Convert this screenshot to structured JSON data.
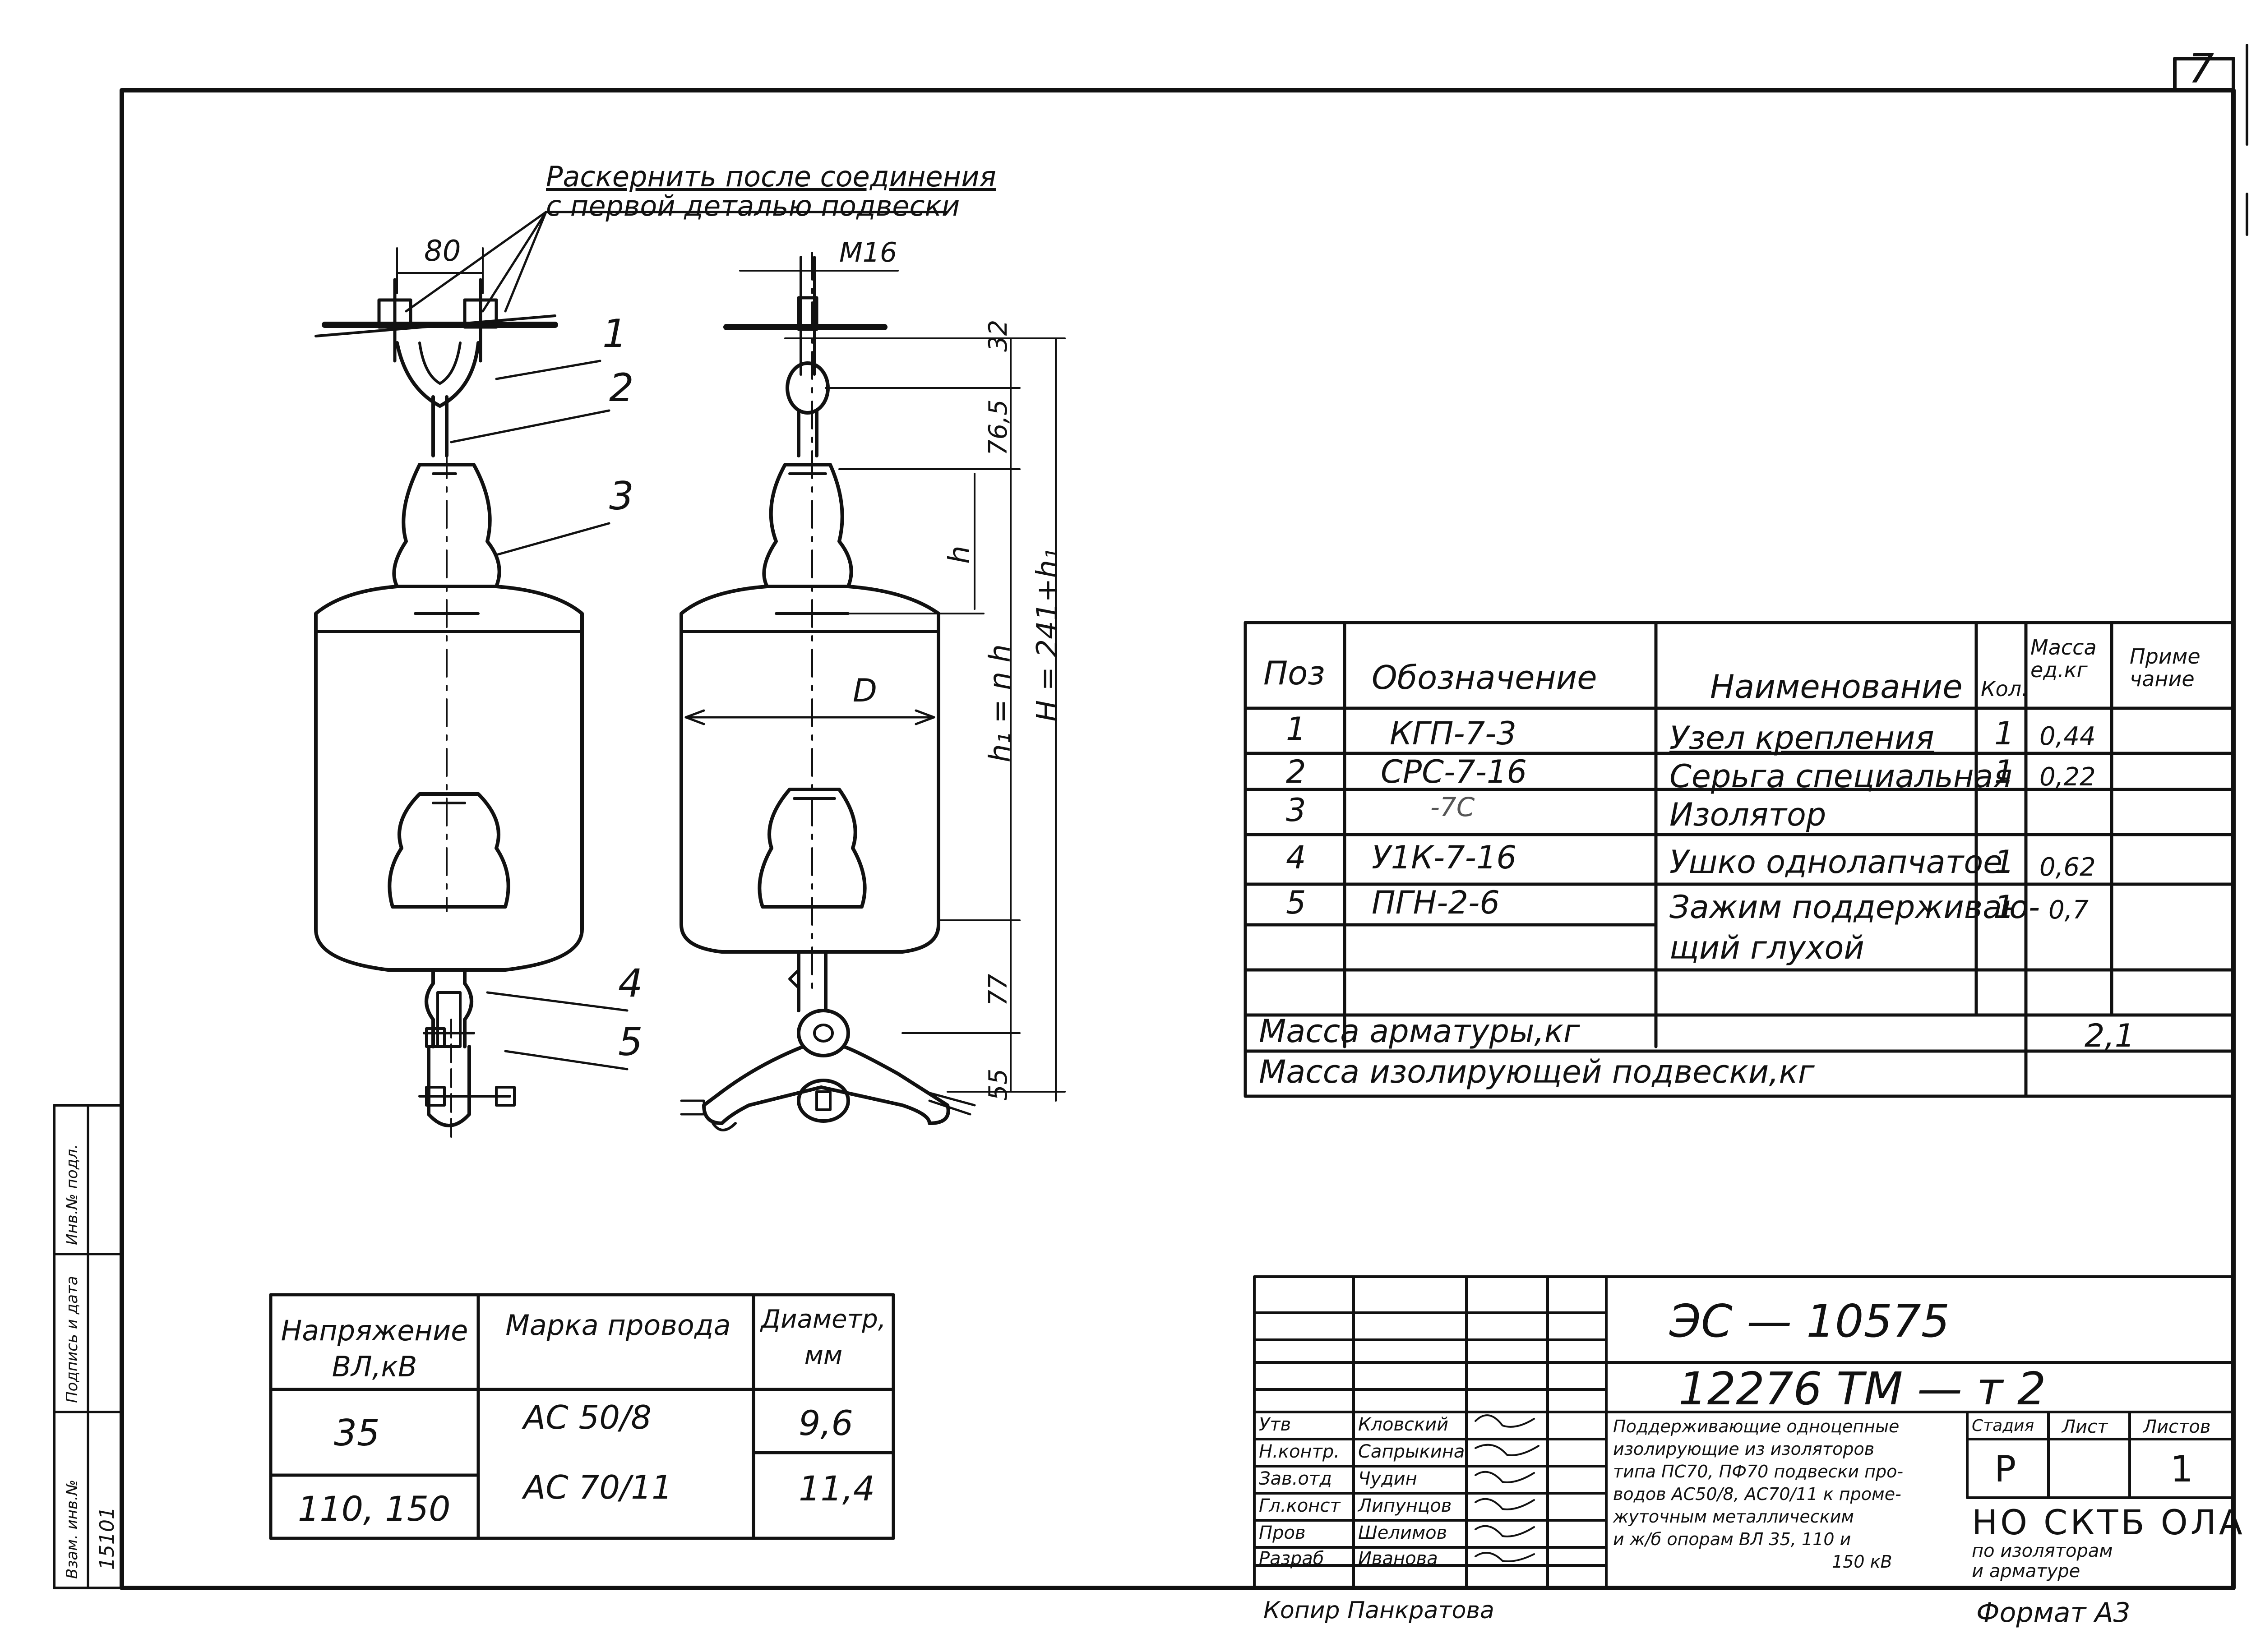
{
  "sheet_number": "7",
  "annotations": {
    "note_line1": "Раскернить после соединения",
    "note_line2": "с первой деталью подвески",
    "dim_80": "80",
    "dim_m16": "M16",
    "dim_32": "32",
    "dim_765": "76,5",
    "dim_h": "h",
    "dim_h1": "h₁ = n h",
    "dim_H": "H = 241+h₁",
    "dim_D": "D",
    "dim_77": "77",
    "dim_55": "55",
    "labels": [
      "1",
      "2",
      "3",
      "4",
      "5"
    ]
  },
  "spec_table": {
    "headers": [
      "Поз",
      "Обозначение",
      "Наименование",
      "Кол.",
      "Масса ед.кг",
      "Приме чание"
    ],
    "rows": [
      {
        "pos": "1",
        "designation": "КГП-7-3",
        "name": "Узел крепления",
        "qty": "1",
        "mass": "0,44",
        "note": ""
      },
      {
        "pos": "2",
        "designation": "СРС-7-16",
        "name": "Серьга специальная",
        "qty": "1",
        "mass": "0,22",
        "note": ""
      },
      {
        "pos": "3",
        "designation": "-7С",
        "name": "Изолятор",
        "qty": "",
        "mass": "",
        "note": ""
      },
      {
        "pos": "4",
        "designation": "У1К-7-16",
        "name": "Ушко однолапчатое",
        "qty": "1",
        "mass": "0,62",
        "note": ""
      },
      {
        "pos": "5",
        "designation": "ПГН-2-6",
        "name": "Зажим поддерживаю-",
        "qty": "1",
        "mass": "0,7",
        "note": ""
      },
      {
        "pos": "",
        "designation": "",
        "name": "щий глухой",
        "qty": "",
        "mass": "",
        "note": ""
      }
    ],
    "mass_fittings_label": "Масса арматуры,кг",
    "mass_fittings_value": "2,1",
    "mass_suspension_label": "Масса изолирующей подвески,кг",
    "mass_suspension_value": ""
  },
  "wire_table": {
    "headers": [
      "Напряжение ВЛ,кВ",
      "Марка провода",
      "Диаметр, мм"
    ],
    "rows": [
      {
        "voltage": "35",
        "wire": "АС 50/8",
        "diameter": "9,6"
      },
      {
        "voltage": "110, 150",
        "wire": "АС 70/11",
        "diameter": "11,4"
      }
    ]
  },
  "title_block": {
    "doc_code": "ЭС — 10575",
    "drawing_code": "12276 ТМ — т 2",
    "roles": [
      "Утв",
      "Н.контр.",
      "Зав.отд",
      "Гл.конст",
      "Пров",
      "Разраб"
    ],
    "names": [
      "Кловский",
      "Сапрыкина",
      "Чудин",
      "Липунцов",
      "Шелимов",
      "Иванова"
    ],
    "description": [
      "Поддерживающие одноцепные",
      "изолирующие из изоляторов",
      "типа ПС70, ПФ70 подвески про-",
      "водов АС50/8, АС70/11 к проме-",
      "жуточным металлическим",
      "и ж/б опорам ВЛ 35, 110 и",
      "150 кВ"
    ],
    "stage_label": "Стадия",
    "sheet_label": "Лист",
    "sheets_label": "Листов",
    "stage_value": "Р",
    "sheets_value": "1",
    "org": "НО СКТБ ОЛА",
    "org_sub1": "по изоляторам",
    "org_sub2": "и арматуре",
    "copier": "Копир   Панкратова",
    "format": "Формат А3"
  },
  "side_stamp": [
    "Инв.№ подл.",
    "Подпись и дата",
    "Взам. инв.№",
    "15101"
  ]
}
